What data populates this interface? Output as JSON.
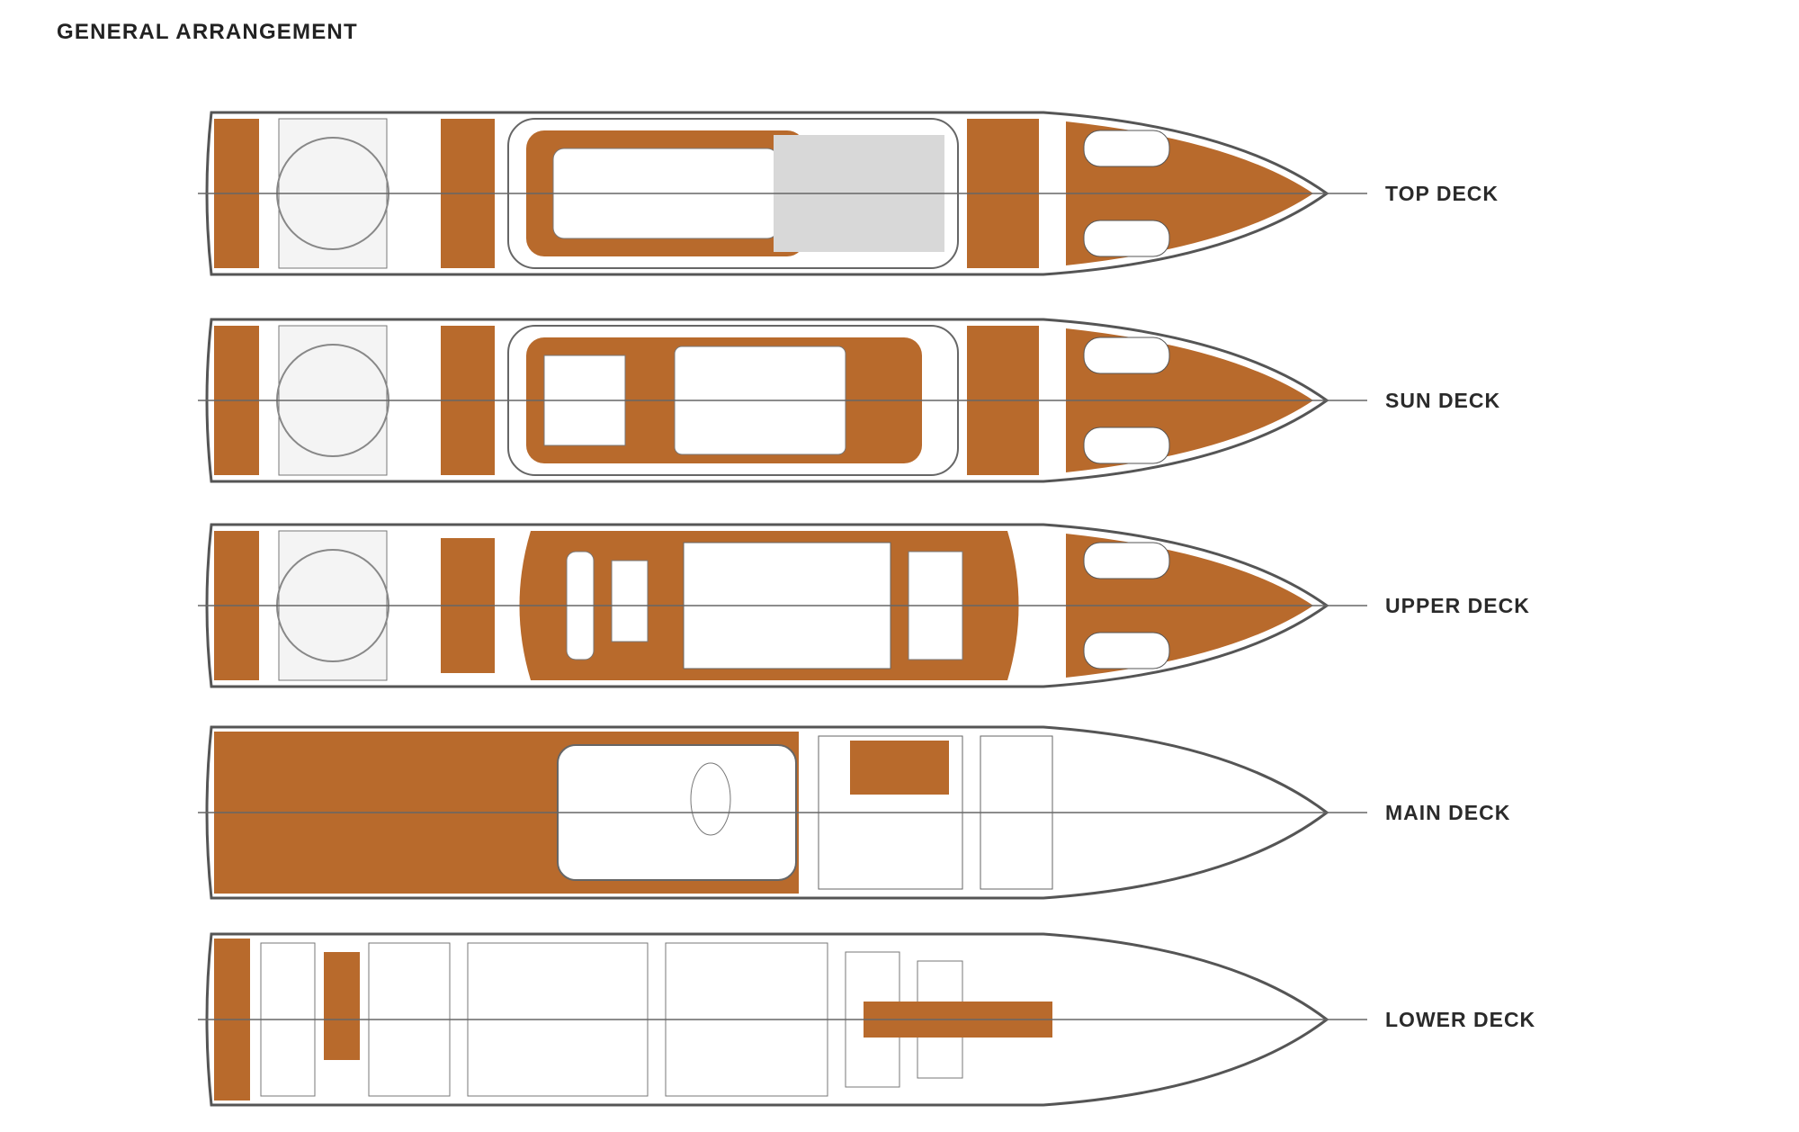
{
  "title": "GENERAL ARRANGEMENT",
  "colors": {
    "teak": "#b86a2c",
    "teak_dark": "#8a4a1a",
    "outline": "#555555",
    "white": "#ffffff",
    "grey_pad": "#d8d8d8",
    "text": "#2a2a2a"
  },
  "decks": [
    {
      "id": "top",
      "label": "TOP DECK"
    },
    {
      "id": "sun",
      "label": "SUN DECK"
    },
    {
      "id": "upper",
      "label": "UPPER DECK"
    },
    {
      "id": "main",
      "label": "MAIN DECK"
    },
    {
      "id": "lower",
      "label": "LOWER DECK"
    }
  ]
}
